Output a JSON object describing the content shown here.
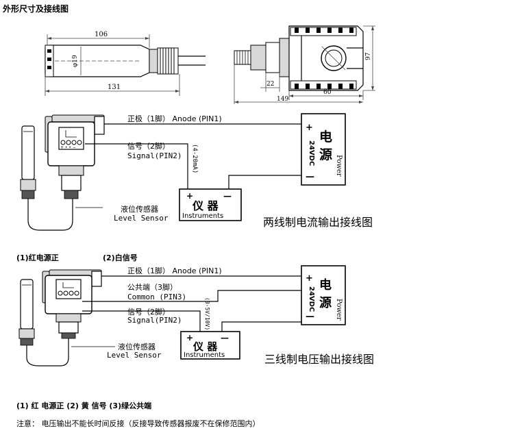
{
  "page_title": "外形尺寸及接线图",
  "dimensions": {
    "d_106": "106",
    "d_phi": "φ19",
    "d_131": "131",
    "d_22": "22",
    "d_60": "60",
    "d_149": "149",
    "d_97": "97"
  },
  "two_wire": {
    "anode_label": "正极（1脚） Anode (PIN1)",
    "signal_cn": "信号（2脚）",
    "signal_en": "Signal(PIN2)",
    "range": "(4-20mA)",
    "sensor_cn": "液位传感器",
    "sensor_en": "Level Sensor",
    "instr_cn": "仪 器",
    "instr_en": "Instruments",
    "plus": "+",
    "minus": "—",
    "power_cn": "电\n源",
    "power_v": "24VDC",
    "power_en": "Power",
    "power_plus": "+",
    "power_minus": "—",
    "title": "两线制电流输出接线图"
  },
  "legend_1": {
    "item1": "(1)红电源正",
    "item2": "(2)白信号"
  },
  "three_wire": {
    "anode_label": "正极（1脚） Anode (PIN1)",
    "common_cn": "公共端（3脚）",
    "common_en": "Common (PIN3)",
    "signal_cn": "信号（2脚）",
    "signal_en": "Signal(PIN2)",
    "range": "(0-5V/10V)",
    "sensor_cn": "液位传感器",
    "sensor_en": "Level Sensor",
    "instr_cn": "仪 器",
    "instr_en": "Instruments",
    "plus": "+",
    "minus": "—",
    "power_v": "24VDC",
    "power_en": "Power",
    "power_plus": "+",
    "power_minus": "—",
    "title": "三线制电压输出接线图"
  },
  "legend_2": "(1)   红 电源正 (2)  黄 信号 (3)绿公共端",
  "note": "注意：  电压输出不能长时间反接（反接导致传感器报废不在保修范围内）",
  "power_cn_1": "电",
  "power_cn_2": "源"
}
